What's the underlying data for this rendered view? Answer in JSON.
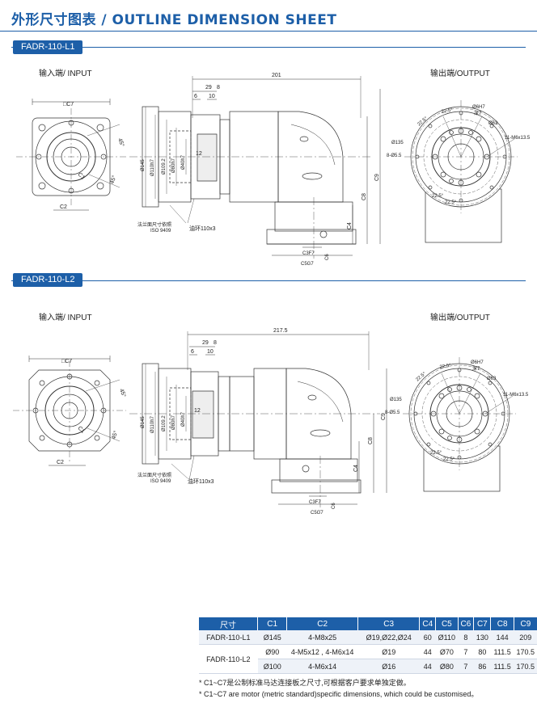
{
  "page_title": "外形尺寸图表 / OUTLINE DIMENSION SHEET",
  "sections": [
    {
      "model": "FADR-110-L1",
      "input_label": "输入端/ INPUT",
      "output_label": "输出端/OUTPUT",
      "dims": {
        "total": "201",
        "d29": "29",
        "d8": "8",
        "d6": "6",
        "d10": "10",
        "d12": "12",
        "c7": "□C7",
        "c2": "C2",
        "c1": "C1",
        "a45a": "45°",
        "a45b": "45°",
        "phi145": "Ø145",
        "phi110": "Ø110h7",
        "phi109": "Ø109.2",
        "phi80": "Ø80h7",
        "phi40": "Ø40h7",
        "c9": "C9",
        "c8": "C8",
        "c4": "C4",
        "c3": "C3F7",
        "c5": "C5G7",
        "c6": "C6",
        "flange_note1": "法兰面尺寸依照",
        "flange_note2": "ISO 9409",
        "oil_ring": "油环110x3",
        "o_a225a": "22.5°",
        "o_a225b": "22.5°",
        "o_a225c": "22.5°",
        "o_a225d": "22.5°",
        "o_phi6": "Ø6H7",
        "o_depth": "深7",
        "o_phi63": "Ø63",
        "o_m6": "11-M6x13.5",
        "o_phi135": "Ø135",
        "o_phi55": "8-Ø5.5"
      }
    },
    {
      "model": "FADR-110-L2",
      "input_label": "输入端/ INPUT",
      "output_label": "输出端/OUTPUT",
      "dims": {
        "total": "217.5",
        "d29": "29",
        "d8": "8",
        "d6": "6",
        "d10": "10",
        "d12": "12",
        "c7": "□C7",
        "c2": "C2",
        "c1": "C1",
        "a45a": "45°",
        "a45b": "45°",
        "phi145": "Ø145",
        "phi110": "Ø110h7",
        "phi109": "Ø109.2",
        "phi80": "Ø80h7",
        "phi40": "Ø40h7",
        "c9": "C9",
        "c8": "C8",
        "c4": "C4",
        "c3": "C3F7",
        "c5": "C5G7",
        "c6": "C6",
        "flange_note1": "法兰面尺寸依照",
        "flange_note2": "ISO 9409",
        "oil_ring": "油环110x3",
        "o_a225a": "22.5°",
        "o_a225b": "22.5°",
        "o_a225c": "22.5°",
        "o_a225d": "22.5°",
        "o_phi6": "Ø6H7",
        "o_depth": "深7",
        "o_phi63": "Ø63",
        "o_m6": "11-M6x13.5",
        "o_phi135": "Ø135",
        "o_phi55": "8-Ø5.5"
      }
    }
  ],
  "table": {
    "headers": [
      "尺寸",
      "C1",
      "C2",
      "C3",
      "C4",
      "C5",
      "C6",
      "C7",
      "C8",
      "C9"
    ],
    "row1": {
      "model": "FADR-110-L1",
      "c1": "Ø145",
      "c2": "4-M8x25",
      "c3": "Ø19,Ø22,Ø24",
      "c4": "60",
      "c5": "Ø110",
      "c6": "8",
      "c7": "130",
      "c8": "144",
      "c9": "209"
    },
    "row2": {
      "model": "FADR-110-L2",
      "c1": "Ø90",
      "c2": "4-M5x12 , 4-M6x14",
      "c3": "Ø19",
      "c4": "44",
      "c5": "Ø70",
      "c6": "7",
      "c7": "80",
      "c8": "111.5",
      "c9": "170.5"
    },
    "row3": {
      "c1": "Ø100",
      "c2": "4-M6x14",
      "c3": "Ø16",
      "c4": "44",
      "c5": "Ø80",
      "c6": "7",
      "c7": "86",
      "c8": "111.5",
      "c9": "170.5"
    }
  },
  "notes": [
    "* C1~C7是公制标准马达连接板之尺寸,可根据客户要求单独定做。",
    "* C1~C7 are motor (metric standard)specific dimensions, which could be customised。"
  ]
}
